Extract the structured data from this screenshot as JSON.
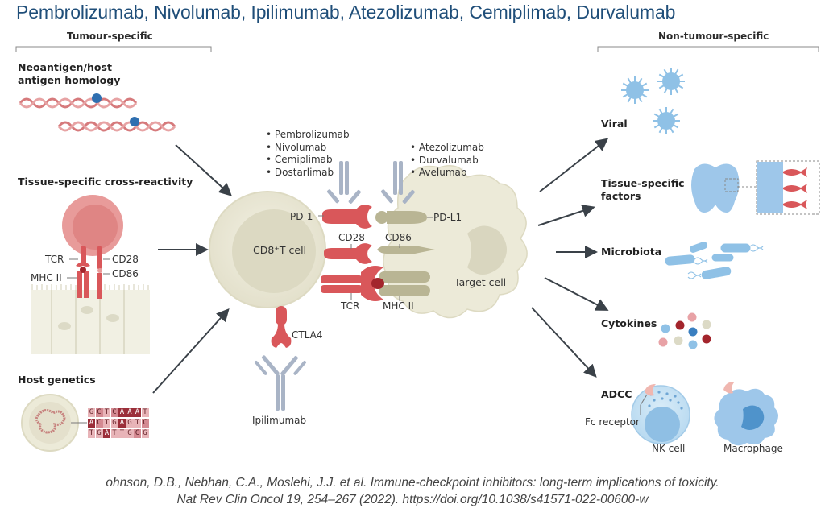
{
  "title": "Pembrolizumab, Nivolumab, Ipilimumab, Atezolizumab, Cemiplimab, Durvalumab",
  "sections": {
    "left_header": "Tumour-specific",
    "right_header": "Non-tumour-specific"
  },
  "left": {
    "neoantigen": {
      "line1": "Neoantigen/host",
      "line2": "antigen homology"
    },
    "tissue_cross": "Tissue-specific cross-reactivity",
    "tissue_labels": {
      "tcr": "TCR",
      "mhc": "MHC II",
      "cd28": "CD28",
      "cd86": "CD86"
    },
    "host_genetics": "Host genetics",
    "dna_rows": [
      [
        "G",
        "C",
        "T",
        "C",
        "A",
        "A",
        "A",
        "T"
      ],
      [
        "A",
        "C",
        "T",
        "G",
        "A",
        "G",
        "T",
        "C"
      ],
      [
        "T",
        "G",
        "A",
        "T",
        "T",
        "G",
        "C",
        "G"
      ]
    ]
  },
  "center": {
    "pd1_drugs": [
      "Pembrolizumab",
      "Nivolumab",
      "Cemiplimab",
      "Dostarlimab"
    ],
    "pdl1_drugs": [
      "Atezolizumab",
      "Durvalumab",
      "Avelumab"
    ],
    "t_cell": "CD8⁺T cell",
    "target_cell": "Target cell",
    "pd1": "PD-1",
    "pdl1": "PD-L1",
    "cd28": "CD28",
    "cd86": "CD86",
    "tcr": "TCR",
    "mhc": "MHC II",
    "ctla4": "CTLA4",
    "ipilimumab": "Ipilimumab"
  },
  "right": {
    "viral": "Viral",
    "tissue_factors": {
      "line1": "Tissue-specific",
      "line2": "factors"
    },
    "microbiota": "Microbiota",
    "cytokines": "Cytokines",
    "adcc": "ADCC",
    "fc_receptor": "Fc receptor",
    "nk_cell": "NK cell",
    "macrophage": "Macrophage"
  },
  "colors": {
    "title": "#1f4e79",
    "receptor_red": "#d9575a",
    "ligand_khaki": "#b9b594",
    "cell_beige": "#ecead8",
    "antibody_grey": "#a9b4c6",
    "virus_blue": "#8fc1e6"
  },
  "citation": {
    "line1": "ohnson, D.B., Nebhan, C.A., Moslehi, J.J. et al. Immune-checkpoint inhibitors: long-term implications of toxicity.",
    "line2": "Nat Rev Clin Oncol 19, 254–267 (2022). https://doi.org/10.1038/s41571-022-00600-w"
  }
}
